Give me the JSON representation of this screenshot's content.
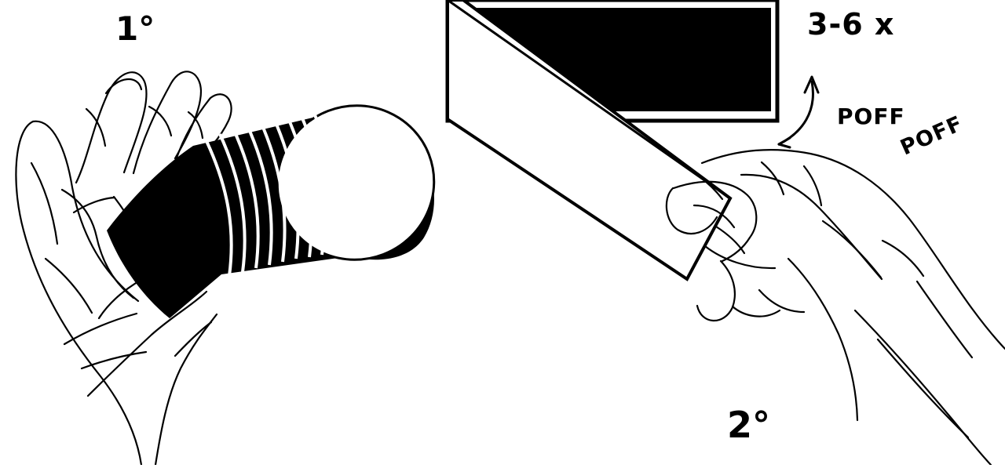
{
  "steps": {
    "first": "1°",
    "second": "2°"
  },
  "repeat_count": "3-6 x",
  "sound_effects": [
    "POFF",
    "POFF"
  ],
  "icons": {
    "left_illustration": "hand-holding-stack-icon",
    "right_illustration": "hand-tapping-board-icon",
    "motion": "curved-double-arrow-icon"
  },
  "colors": {
    "ink": "#000000",
    "paper": "#ffffff"
  }
}
